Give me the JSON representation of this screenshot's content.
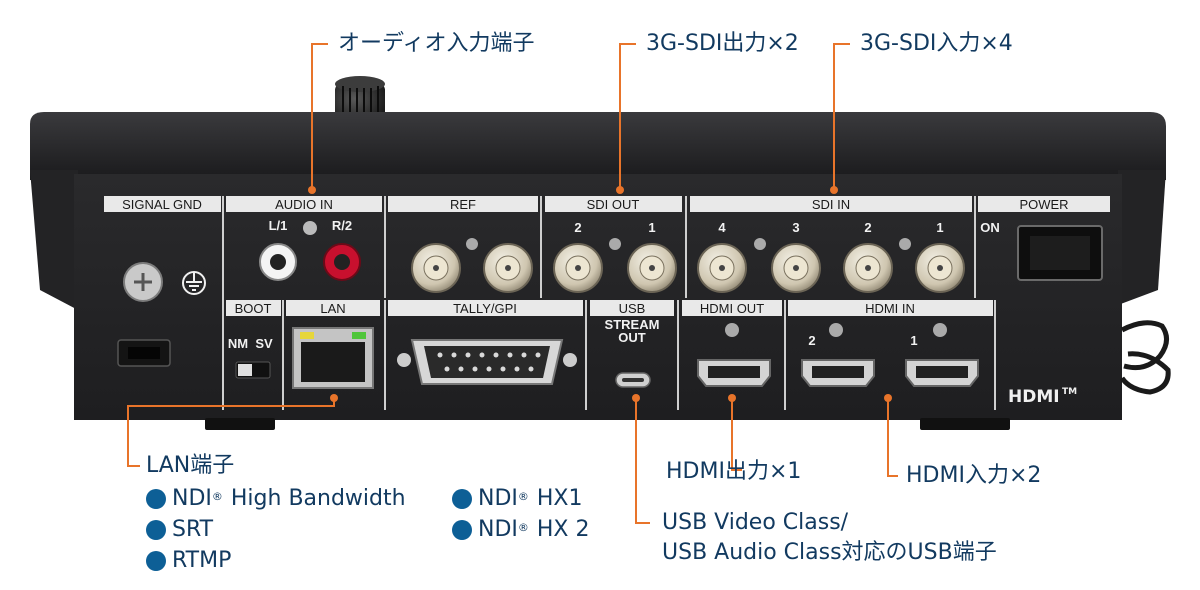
{
  "panel": {
    "signal_gnd": "SIGNAL GND",
    "audio_in": "AUDIO IN",
    "audio_l": "L/1",
    "audio_r": "R/2",
    "ref": "REF",
    "sdi_out": "SDI OUT",
    "sdi_out_2": "2",
    "sdi_out_1": "1",
    "sdi_in": "SDI IN",
    "sdi_in_4": "4",
    "sdi_in_3": "3",
    "sdi_in_2": "2",
    "sdi_in_1": "1",
    "power": "POWER",
    "power_on": "ON",
    "boot": "BOOT",
    "boot_nm": "NM",
    "boot_sv": "SV",
    "lan": "LAN",
    "tally_gpi": "TALLY/GPI",
    "usb": "USB",
    "usb_stream": "STREAM",
    "usb_out": "OUT",
    "hdmi_out": "HDMI OUT",
    "hdmi_in": "HDMI IN",
    "hdmi_in_2": "2",
    "hdmi_in_1": "1",
    "hdmi_logo": "HDMI",
    "hdmi_tm": "TM"
  },
  "callouts": {
    "audio_input": "オーディオ入力端子",
    "sdi_output": "3G-SDI出力×2",
    "sdi_input": "3G-SDI入力×4",
    "lan_port": "LAN端子",
    "hdmi_output": "HDMI出力×1",
    "hdmi_input": "HDMI入力×2",
    "usb_line1": "USB Video Class/",
    "usb_line2": "USB Audio Class対応のUSB端子"
  },
  "features": {
    "ndi_high": "NDI",
    "ndi_high_rest": "High Bandwidth",
    "srt": "SRT",
    "rtmp": "RTMP",
    "ndi_hx1": "NDI",
    "ndi_hx1_rest": "HX1",
    "ndi_hx2": "NDI",
    "ndi_hx2_rest": "HX 2",
    "reg_mark": "®"
  },
  "colors": {
    "accent_orange": "#e8742a",
    "text_navy": "#123a60",
    "bullet_blue": "#0d5f96",
    "panel_dark": "#1c1c1e"
  }
}
